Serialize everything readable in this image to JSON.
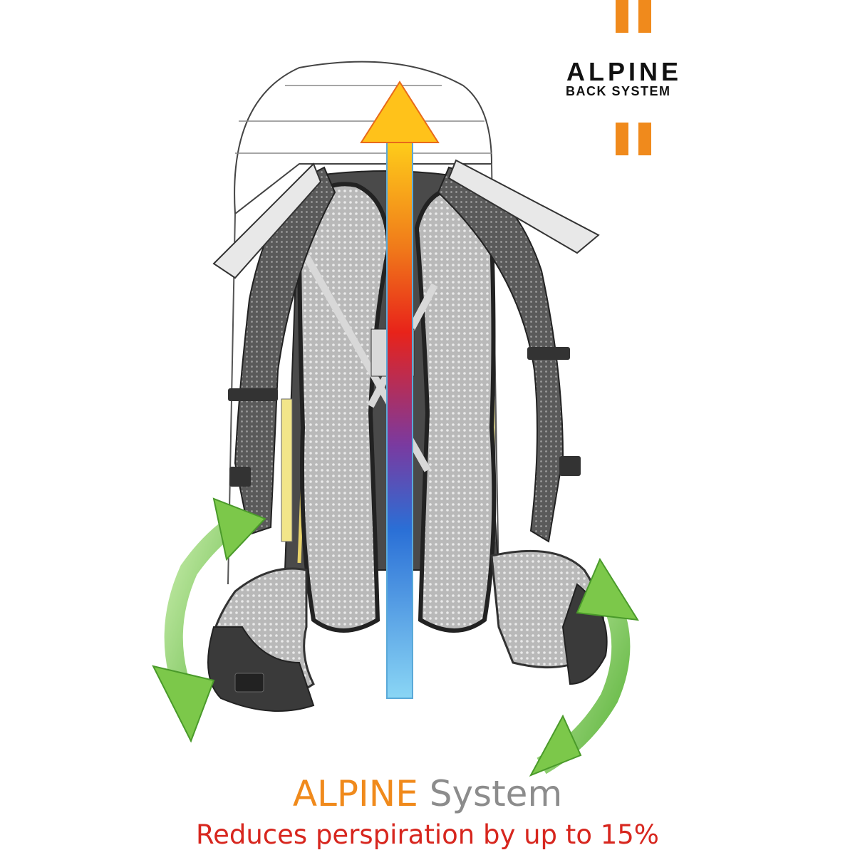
{
  "logo": {
    "line1": "ALPINE",
    "line2": "BACK SYSTEM",
    "accent_color": "#f08a1c"
  },
  "caption": {
    "brand": "ALPINE",
    "word": "System",
    "tagline": "Reduces perspiration by up to 15%"
  },
  "colors": {
    "brand_orange": "#f08a1c",
    "tagline_red": "#d7261e",
    "flow_hot": "#e8231a",
    "flow_cool": "#2a6fd6",
    "rotation_arrow_green": "#7cc84a"
  }
}
